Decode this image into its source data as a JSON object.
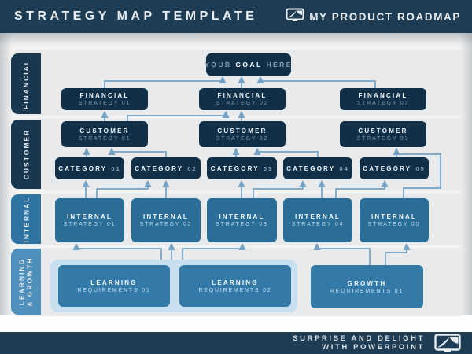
{
  "header": {
    "title": "STRATEGY MAP TEMPLATE",
    "brand": "MY PRODUCT ROADMAP"
  },
  "goal": {
    "pre": "YOUR",
    "emph": "GOAL",
    "post": "HERE"
  },
  "perspectives": [
    {
      "line1": "FINANCIAL",
      "line2": ""
    },
    {
      "line1": "CUSTOMER",
      "line2": ""
    },
    {
      "line1": "INTERNAL",
      "line2": ""
    },
    {
      "line1": "LEARNING",
      "line2": "& GROWTH"
    }
  ],
  "financial": [
    {
      "line1": "FINANCIAL",
      "line2": "STRATEGY 01"
    },
    {
      "line1": "FINANCIAL",
      "line2": "STRATEGY 02"
    },
    {
      "line1": "FINANCIAL",
      "line2": "STRATEGY 03"
    }
  ],
  "customer": [
    {
      "line1": "CUSTOMER",
      "line2": "STRATEGY 01"
    },
    {
      "line1": "CUSTOMER",
      "line2": "STRATEGY 02"
    },
    {
      "line1": "CUSTOMER",
      "line2": "STRATEGY 03"
    }
  ],
  "categories": [
    {
      "label": "CATEGORY",
      "number": "01"
    },
    {
      "label": "CATEGORY",
      "number": "02"
    },
    {
      "label": "CATEGORY",
      "number": "03"
    },
    {
      "label": "CATEGORY",
      "number": "04"
    },
    {
      "label": "CATEGORY",
      "number": "05"
    }
  ],
  "internal": [
    {
      "line1": "INTERNAL",
      "line2": "STRATEGY 01"
    },
    {
      "line1": "INTERNAL",
      "line2": "STRATEGY 02"
    },
    {
      "line1": "INTERNAL",
      "line2": "STRATEGY 03"
    },
    {
      "line1": "INTERNAL",
      "line2": "STRATEGY 04"
    },
    {
      "line1": "INTERNAL",
      "line2": "STRATEGY 05"
    }
  ],
  "learning_growth": [
    {
      "line1": "LEARNING",
      "line2": "REQUIREMENTS 01"
    },
    {
      "line1": "LEARNING",
      "line2": "REQUIREMENTS 02"
    },
    {
      "line1": "GROWTH",
      "line2": "REQUIREMENTS 01"
    }
  ],
  "footer": {
    "line1": "SURPRISE AND DELIGHT",
    "line2": "WITH POWERPOINT"
  },
  "colors": {
    "navy": "#1E3C53",
    "dark_box": "#103049",
    "internal_blue": "#2A6D96",
    "learning_blue": "#337AA9",
    "container_blue": "#C8DFF0",
    "connector": "#74A2C5",
    "band_gray": "#E9EAEB"
  }
}
